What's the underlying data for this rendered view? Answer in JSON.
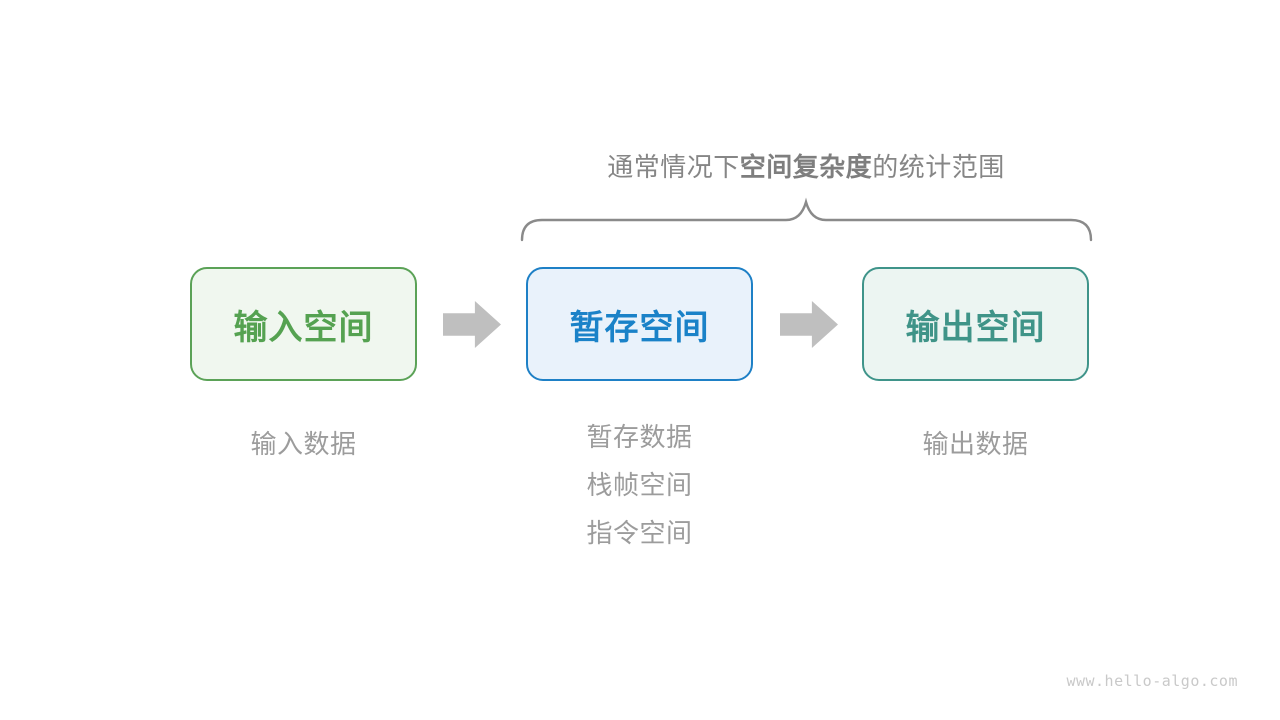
{
  "title": {
    "prefix": "通常情况下",
    "bold": "空间复杂度",
    "suffix": "的统计范围",
    "color": "#868686"
  },
  "brace": {
    "color": "#8a8a8a"
  },
  "boxes": [
    {
      "id": "input-space",
      "label": "输入空间",
      "border_color": "#5ba257",
      "background_color": "#f0f7ef",
      "text_color": "#55a251"
    },
    {
      "id": "temp-space",
      "label": "暂存空间",
      "border_color": "#1e80c6",
      "background_color": "#e9f2fb",
      "text_color": "#1a82c8"
    },
    {
      "id": "output-space",
      "label": "输出空间",
      "border_color": "#3f948a",
      "background_color": "#ecf5f2",
      "text_color": "#3f9488"
    }
  ],
  "arrows": {
    "color": "#bfbfbf"
  },
  "sublabels": {
    "input": {
      "line1": "输入数据"
    },
    "temp": {
      "line1": "暂存数据",
      "line2": "栈帧空间",
      "line3": "指令空间"
    },
    "output": {
      "line1": "输出数据"
    },
    "color": "#9c9c9c"
  },
  "watermark": {
    "text": "www.hello-algo.com"
  }
}
